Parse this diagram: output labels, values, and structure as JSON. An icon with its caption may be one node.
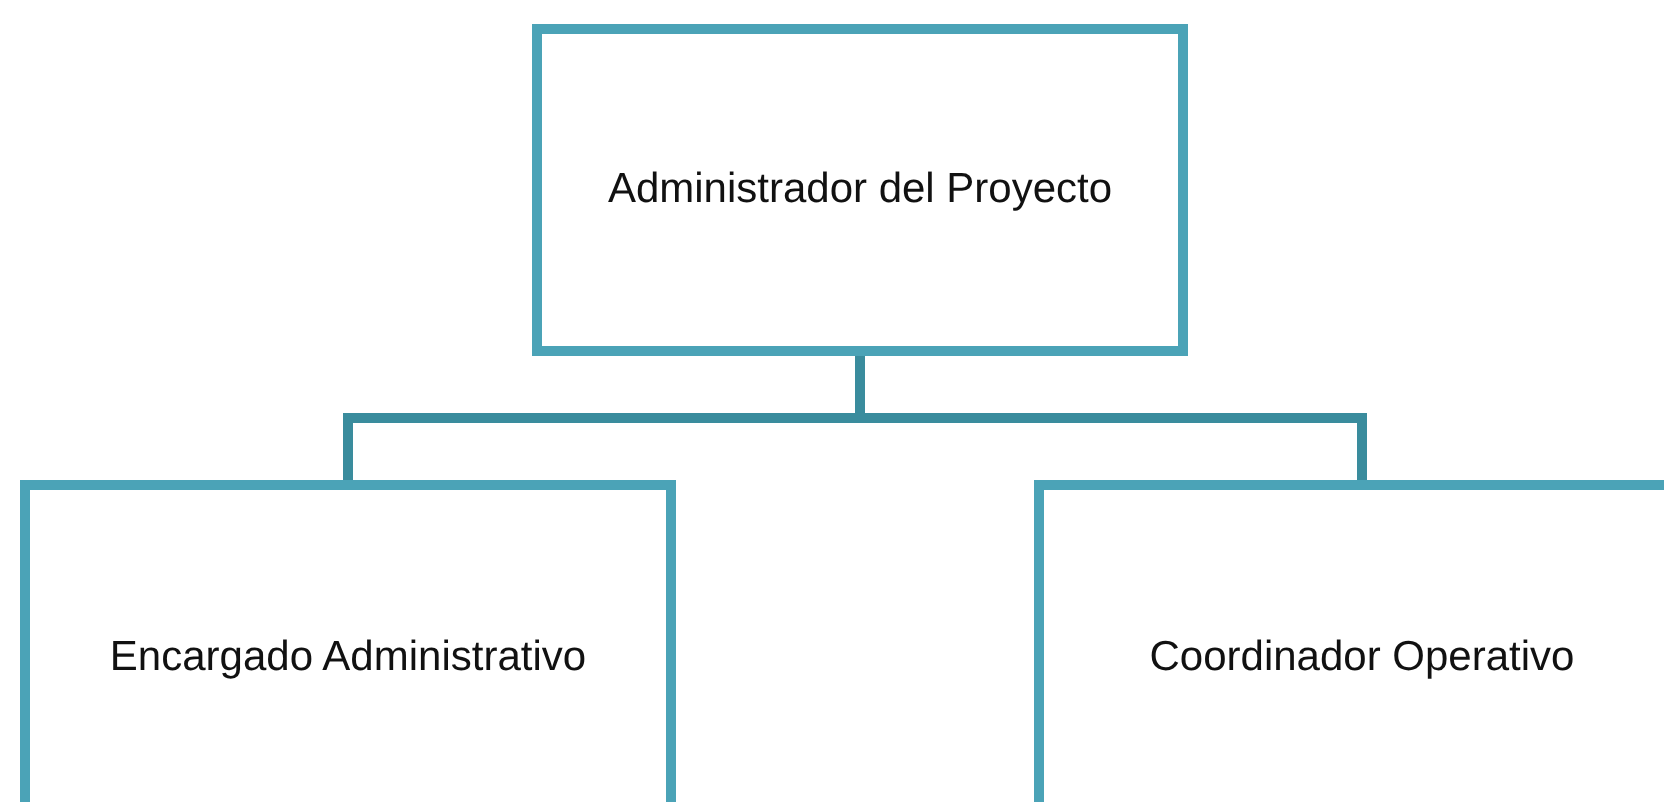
{
  "diagram": {
    "nodes": [
      {
        "text": [
          "Administrador del Proyecto"
        ]
      },
      {
        "text": [
          "Encargado Administrativo"
        ]
      },
      {
        "text": [
          "Coordinador Operativo"
        ]
      }
    ],
    "edges": [
      {
        "from": 0,
        "to": 1,
        "arrow": "none"
      },
      {
        "from": 0,
        "to": 2,
        "arrow": "none"
      }
    ]
  }
}
